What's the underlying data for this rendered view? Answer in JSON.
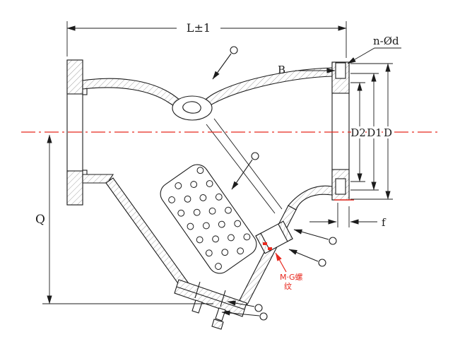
{
  "drawing_labels": {
    "dim_length": "L±1",
    "dim_bolt_holes": "n-Ød",
    "dim_flange_thickness": "B",
    "dim_d2": "D2",
    "dim_d1": "D1",
    "dim_d": "D",
    "dim_face": "f",
    "dim_height": "Q",
    "thread_note": "M·G螺纹",
    "thread_note_lines": [
      "M·G螺",
      "纹"
    ]
  },
  "colors": {
    "outline": "#1c1c1c",
    "centerline_red": "#e8281e",
    "hatch": "#8a8a8a"
  }
}
